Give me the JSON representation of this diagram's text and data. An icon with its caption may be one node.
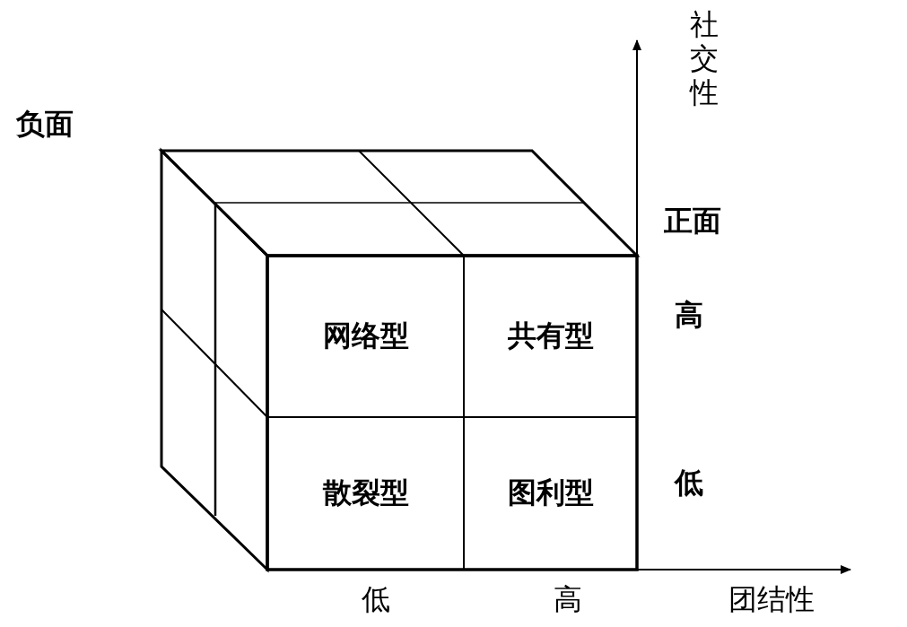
{
  "diagram": {
    "nodes": [
      {
        "text": [
          "网络型"
        ]
      },
      {
        "text": [
          "共有型"
        ]
      },
      {
        "text": [
          "散裂型"
        ]
      },
      {
        "text": [
          "图利型"
        ]
      }
    ],
    "labels": [
      "社交性",
      "负面",
      "正面",
      "高",
      "低",
      "低",
      "高",
      "团结性"
    ]
  }
}
